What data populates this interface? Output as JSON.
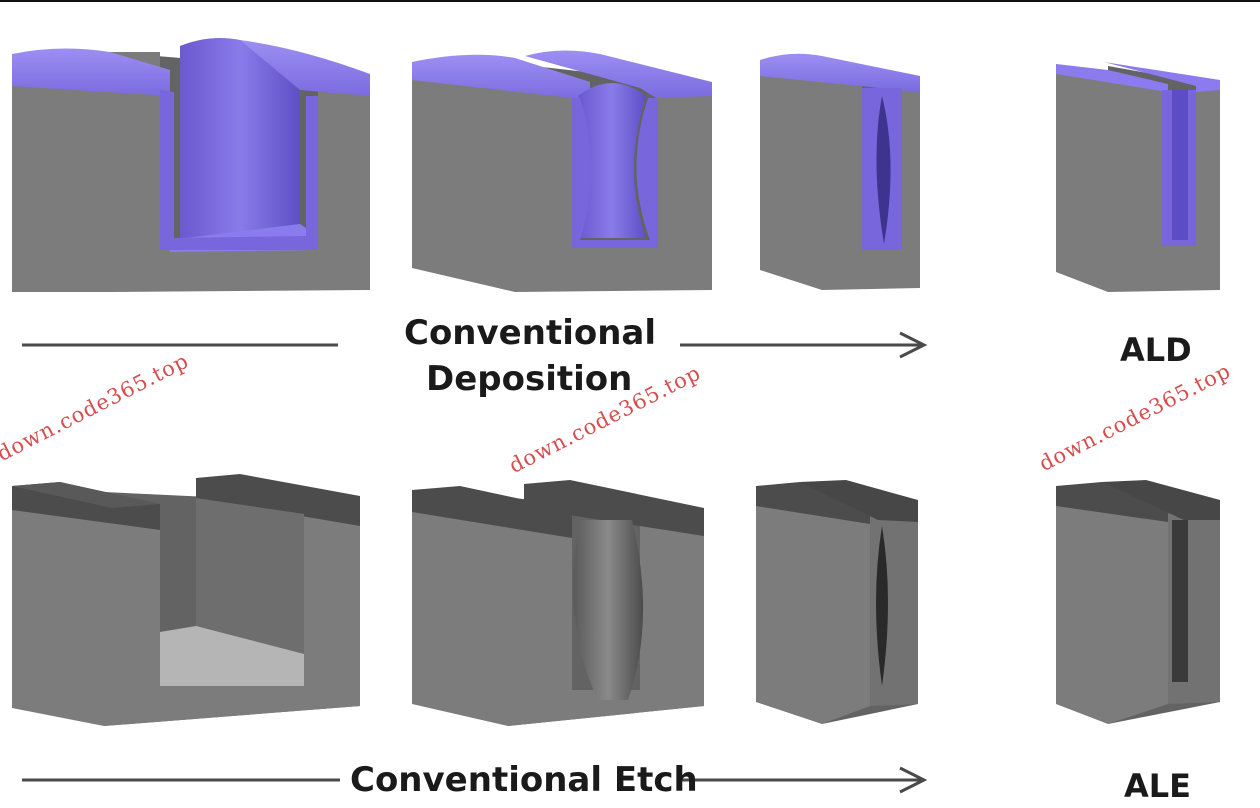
{
  "labels": {
    "conventional_deposition_line1": "Conventional",
    "conventional_deposition_line2": "Deposition",
    "ald": "ALD",
    "conventional_etch": "Conventional Etch",
    "ale": "ALE"
  },
  "watermark": "down.code365.top",
  "colors": {
    "silicon_front": "#7c7c7c",
    "silicon_side": "#646464",
    "silicon_top": "#939393",
    "mask": "#4b4b4b",
    "film": "#8676e6",
    "film_dark": "#5b4bbf",
    "arrow": "#4a4a4a",
    "watermark": "#d23a3a"
  }
}
